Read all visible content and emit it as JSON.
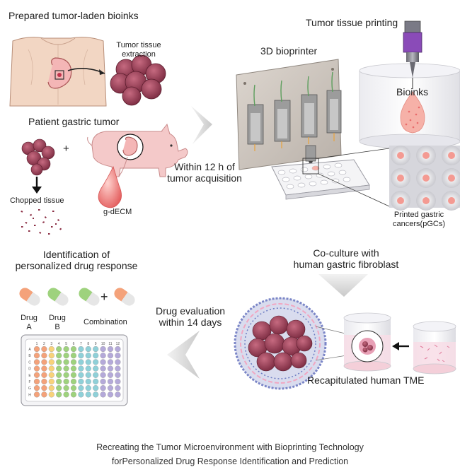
{
  "colors": {
    "tumor": "#9a3b52",
    "tumor_dark": "#6e2438",
    "skin": "#f2d6c3",
    "pig": "#f4c9c9",
    "gdecm": "#e86a6a",
    "printer_body": "#cfc8c0",
    "bioink": "#f6b1a8",
    "arrow_gray": "#d7d7d7",
    "capsule_a": "#f4a27a",
    "capsule_b": "#9ed27d",
    "plate_wells": [
      "#f4a27a",
      "#f4a27a",
      "#f8d27a",
      "#9ed27d",
      "#9ed27d",
      "#9ed27d",
      "#8fd0d8",
      "#8fd0d8",
      "#8fd0d8",
      "#b4a9d9",
      "#b4a9d9",
      "#b4a9d9"
    ]
  },
  "labels": {
    "prepared_bioinks": "Prepared tumor-laden bioinks",
    "tumor_extraction_1": "Tumor tissue",
    "tumor_extraction_2": "extraction",
    "patient_tumor": "Patient gastric tumor",
    "chopped_tissue": "Chopped tissue",
    "gdecm": "g-dECM",
    "within_12h_1": "Within 12 h of",
    "within_12h_2": "tumor acquisition",
    "tumor_printing": "Tumor tissue printing",
    "bioprinter": "3D bioprinter",
    "bioinks": "Bioinks",
    "printed_pgc_1": "Printed gastric",
    "printed_pgc_2": "cancers(pGCs)",
    "coculture_1": "Co-culture with",
    "coculture_2": "human gastric fibroblast",
    "recapitulated": "Recapitulated human TME",
    "drug_eval_1": "Drug evaluation",
    "drug_eval_2": "within 14 days",
    "identification_1": "Identification of",
    "identification_2": "personalized drug response",
    "drug_a_1": "Drug",
    "drug_a_2": "A",
    "drug_b_1": "Drug",
    "drug_b_2": "B",
    "combination": "Combination",
    "plus_1": "+",
    "plus_2": "+",
    "plate_cols": [
      "1",
      "2",
      "3",
      "4",
      "5",
      "6",
      "7",
      "8",
      "9",
      "10",
      "11",
      "12"
    ],
    "plate_rows": [
      "A",
      "B",
      "C",
      "D",
      "E",
      "F",
      "G",
      "H"
    ]
  },
  "caption": {
    "line1": "Recreating the Tumor Microenvironment with Bioprinting Technology",
    "line2": "forPersonalized Drug Response Identification and Prediction"
  }
}
